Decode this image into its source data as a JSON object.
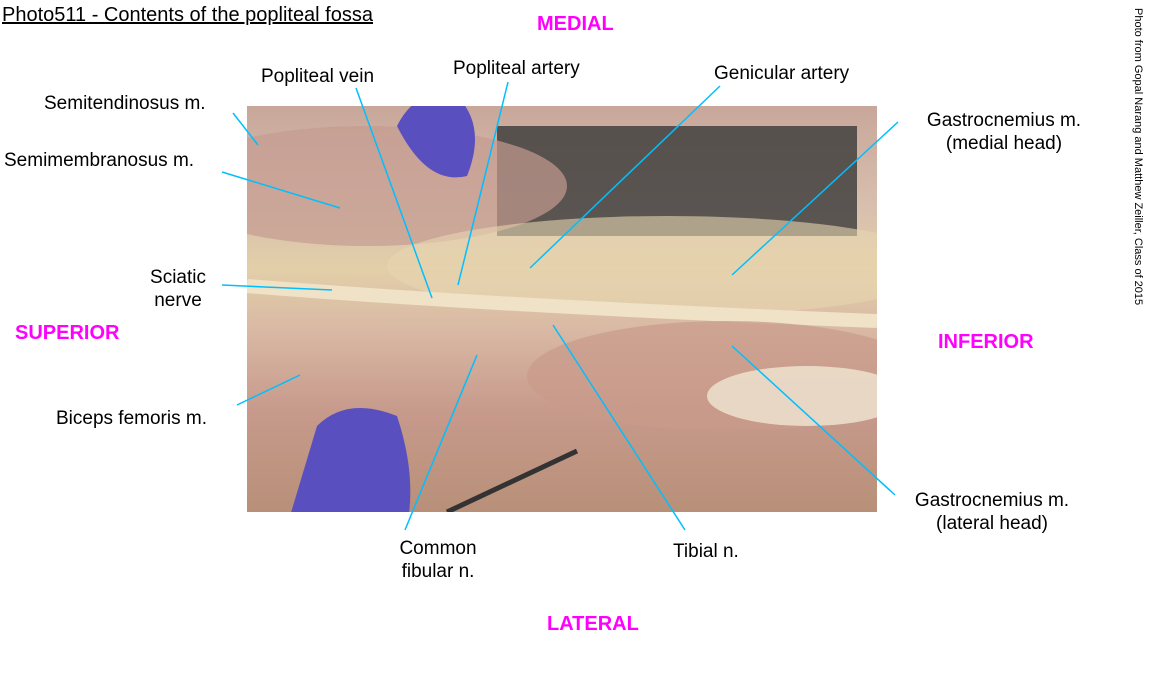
{
  "title": "Photo511 - Contents of the popliteal fossa",
  "credit": "Photo from Gopal Narang and Matthew Zeiller, Class of 2015",
  "directions": {
    "top": "MEDIAL",
    "bottom": "LATERAL",
    "left": "SUPERIOR",
    "right": "INFERIOR"
  },
  "labels": {
    "semitendinosus": "Semitendinosus m.",
    "semimembranosus": "Semimembranosus m.",
    "popliteal_vein": "Popliteal vein",
    "popliteal_artery": "Popliteal artery",
    "genicular_artery": "Genicular artery",
    "gastroc_medial_1": "Gastrocnemius m.",
    "gastroc_medial_2": "(medial head)",
    "sciatic_1": "Sciatic",
    "sciatic_2": "nerve",
    "biceps": "Biceps femoris m.",
    "common_fibular_1": "Common",
    "common_fibular_2": "fibular n.",
    "tibial": "Tibial n.",
    "gastroc_lateral_1": "Gastrocnemius m.",
    "gastroc_lateral_2": "(lateral head)"
  },
  "colors": {
    "direction": "#ff00ff",
    "leader": "#00bfff"
  }
}
